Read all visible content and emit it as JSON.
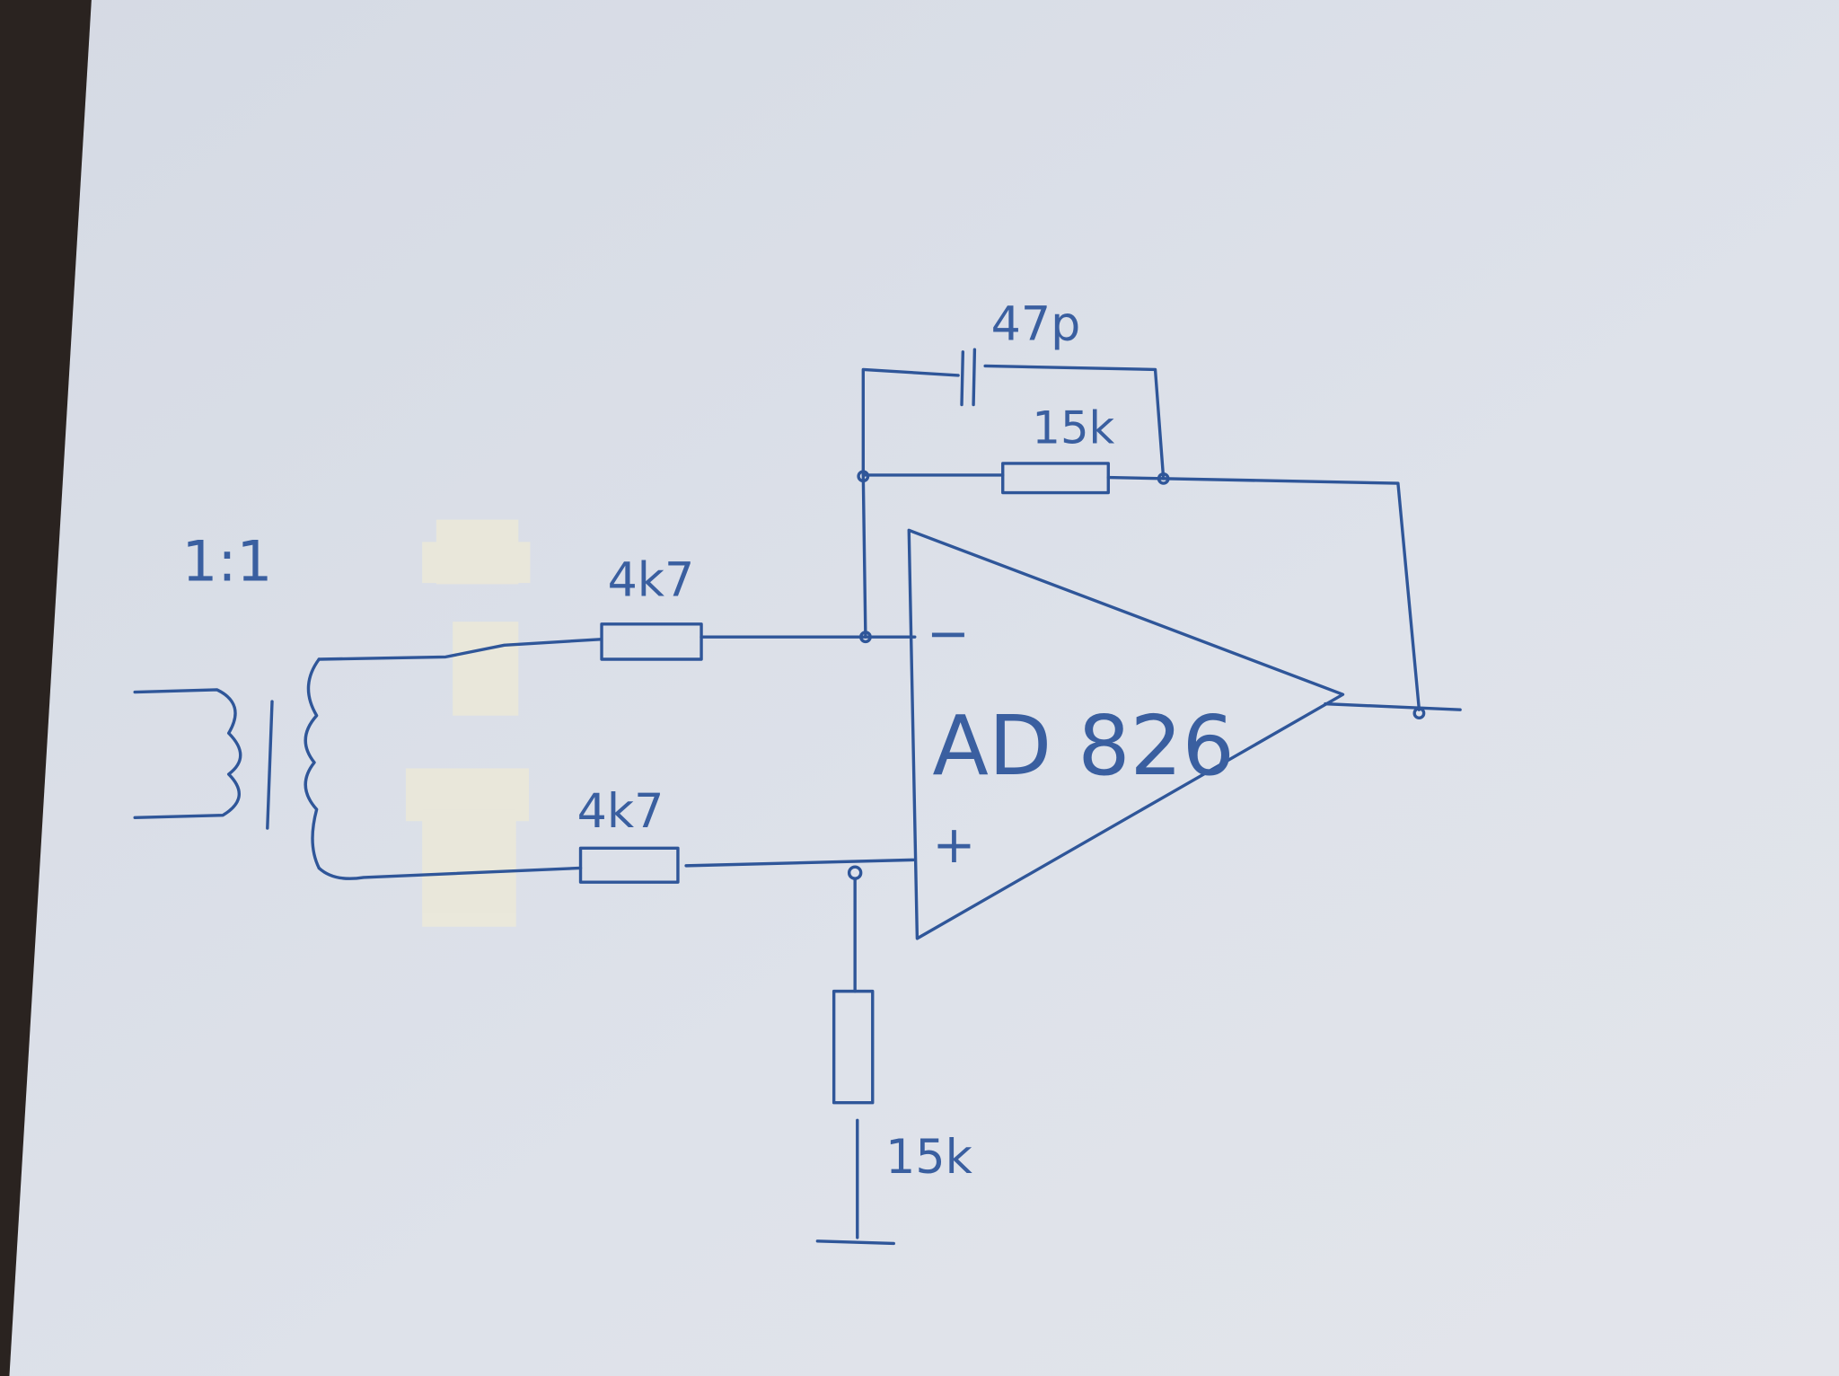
{
  "title": "Hand-drawn schematic: transformer-coupled differential amplifier",
  "labels": {
    "ratio": "1:1",
    "r_in_top": "4k7",
    "r_in_bottom": "4k7",
    "cap_feedback": "47p",
    "r_feedback": "15k",
    "r_ground": "15k",
    "opamp": "AD 826",
    "minus": "−",
    "plus": "+"
  },
  "colors": {
    "ink": "#2f5699",
    "paper": "#dde1e9",
    "tape": "#ebe8d6"
  }
}
